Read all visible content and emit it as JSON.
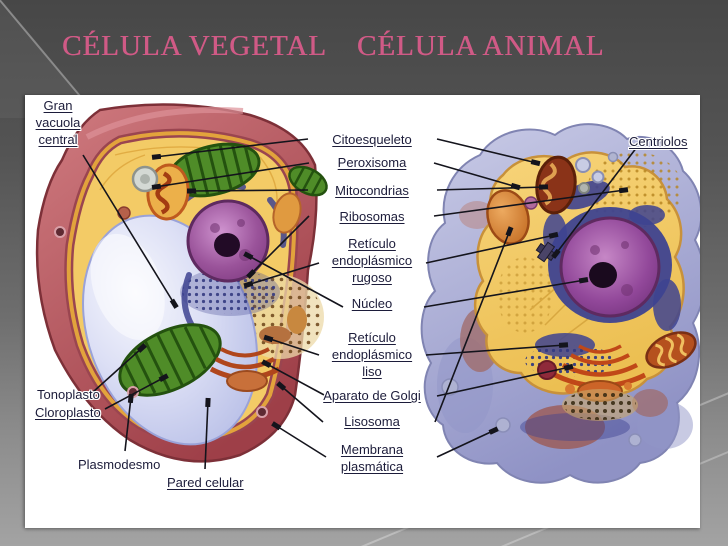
{
  "title": {
    "vegetal": "CÉLULA VEGETAL",
    "animal": "CÉLULA ANIMAL"
  },
  "colors": {
    "title_text": "#d05a86",
    "label_text": "#1c1c3a",
    "slide_top": "#474747",
    "slide_bottom": "#a3a3a3",
    "panel_bg": "#ffffff",
    "plant_wall": "#b9545a",
    "cytoplasm": "#f3cb66",
    "vacuole": "#c9cfee",
    "nucleus": "#9a539a",
    "chloroplast": "#4f8c28",
    "animal_membrane": "#a9acd2"
  },
  "labels": {
    "gran_vacuola": "Gran vacuola central",
    "tonoplasto": "Tonoplasto",
    "cloroplasto": "Cloroplasto",
    "plasmodesmo": "Plasmodesmo",
    "pared_celular": "Pared celular",
    "citoesqueleto": "Citoesqueleto",
    "peroxisoma": "Peroxisoma",
    "mitocondrias": "Mitocondrias",
    "ribosomas": "Ribosomas",
    "reticulo_rugoso": "Retículo endoplásmico rugoso",
    "nucleo": "Núcleo",
    "reticulo_liso": "Retículo endoplásmico liso",
    "aparato_golgi": "Aparato de Golgi",
    "lisosoma": "Lisosoma",
    "membrana_plasmatica": "Membrana plasmática",
    "centriolos": "Centriolos"
  }
}
